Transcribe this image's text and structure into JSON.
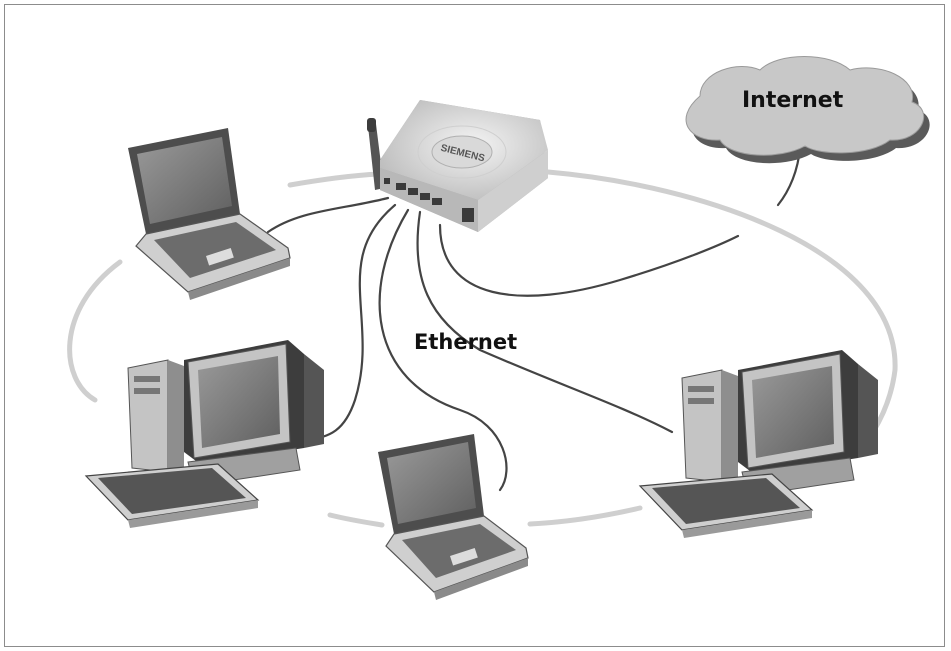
{
  "labels": {
    "internet": "Internet",
    "ethernet": "Ethernet"
  },
  "router_brand": "SIEMENS",
  "colors": {
    "frame": "#8c8c8c",
    "wireless_ring": "#cfcfcf",
    "cable": "#444444",
    "device_light": "#d9d9d9",
    "device_mid": "#a6a6a6",
    "device_dark": "#4d4d4d",
    "screen": "#7a7a7a",
    "cloud": "#c8c8c8"
  },
  "icons": {
    "internet": "cloud-icon",
    "router": "wireless-router-icon",
    "laptop": "laptop-icon",
    "desktop": "desktop-computer-icon"
  }
}
